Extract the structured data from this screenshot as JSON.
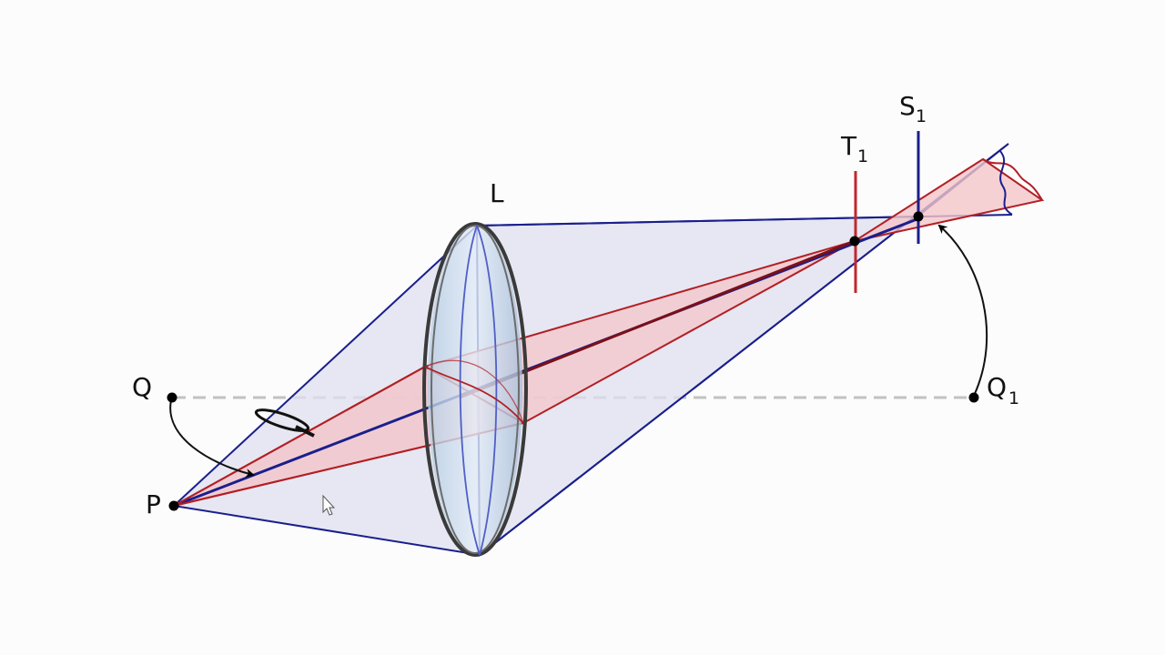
{
  "labels": {
    "lens": "L",
    "object_point": "P",
    "object_axis_point": "Q",
    "image_axis_point": "Q",
    "image_axis_point_sub": "1",
    "tangential_focus": "T",
    "tangential_focus_sub": "1",
    "sagittal_focus": "S",
    "sagittal_focus_sub": "1"
  },
  "colors": {
    "background": "#fcfcfc",
    "cone_fill": "#dfe0ef",
    "cone_edge": "#1a1f8c",
    "tangential_fan_fill": "#f3c6c9",
    "tangential_ray": "#b21f24",
    "sagittal_line": "#1a1f8c",
    "axis_dash": "#c2c2c2",
    "lens_fill": "#cfe2f2",
    "lens_rim": "#3a3a3a"
  },
  "icons": {
    "rotation_marker": "rotation-arrow-icon",
    "cursor": "mouse-pointer-icon"
  }
}
